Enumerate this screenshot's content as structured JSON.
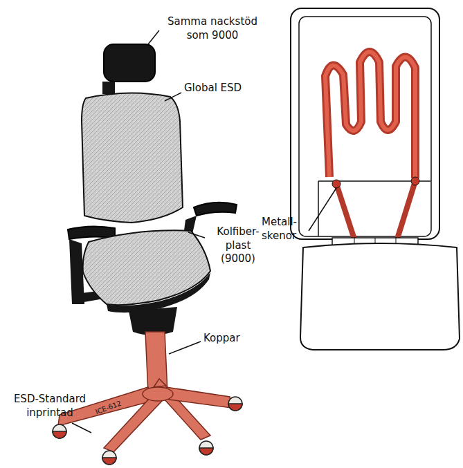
{
  "diagram": {
    "labels": [
      "Samma nackstöd som 9000",
      "Global ESD",
      "Metall- skenor",
      "Kolfiber- plast (9000)",
      "Koppar",
      "ESD-Standard inprintad",
      "ICE-612"
    ]
  }
}
